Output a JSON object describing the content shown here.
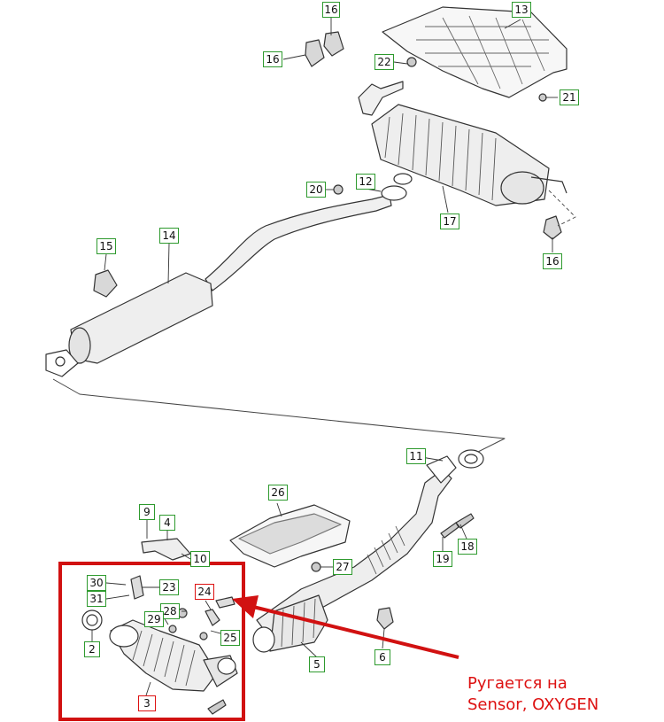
{
  "parts": {
    "p2": "2",
    "p3": "3",
    "p4": "4",
    "p5": "5",
    "p6": "6",
    "p9": "9",
    "p10": "10",
    "p11": "11",
    "p12": "12",
    "p13": "13",
    "p14": "14",
    "p15": "15",
    "p16a": "16",
    "p16b": "16",
    "p16c": "16",
    "p17": "17",
    "p18": "18",
    "p19": "19",
    "p20": "20",
    "p21": "21",
    "p22": "22",
    "p23": "23",
    "p24": "24",
    "p25": "25",
    "p26": "26",
    "p27": "27",
    "p28": "28",
    "p29": "29",
    "p30": "30",
    "p31": "31"
  },
  "annotation": {
    "line1": "Ругается на",
    "line2": "Sensor, OXYGEN"
  },
  "colors": {
    "label_border": "#2e9a2e",
    "highlight": "#d11111",
    "line": "#333333"
  }
}
